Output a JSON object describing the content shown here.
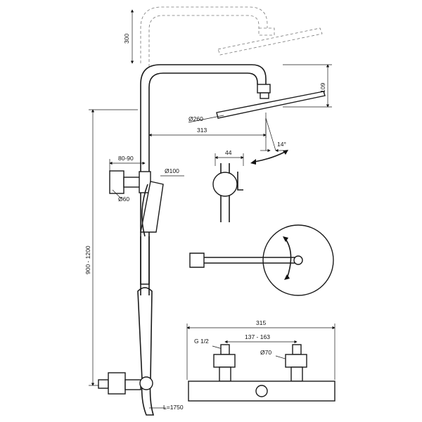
{
  "dimensions": {
    "shower_arm_raise": "300",
    "head_height": "109",
    "head_diameter": "Ø260",
    "arm_reach": "313",
    "head_tilt": "14°",
    "holder_width": "44",
    "bracket_offset": "80-90",
    "slider_diameter": "Ø100",
    "wall_plate_diameter": "Ø60",
    "rail_height": "900 - 1200",
    "hose_length": "L=1750",
    "mixer_width": "315",
    "inlet_spacing": "137 - 163",
    "inlet_thread": "G 1/2",
    "escutcheon_diameter": "Ø70"
  },
  "colors": {
    "line": "#1a1a1a",
    "ghost": "#777777",
    "background": "#ffffff"
  }
}
